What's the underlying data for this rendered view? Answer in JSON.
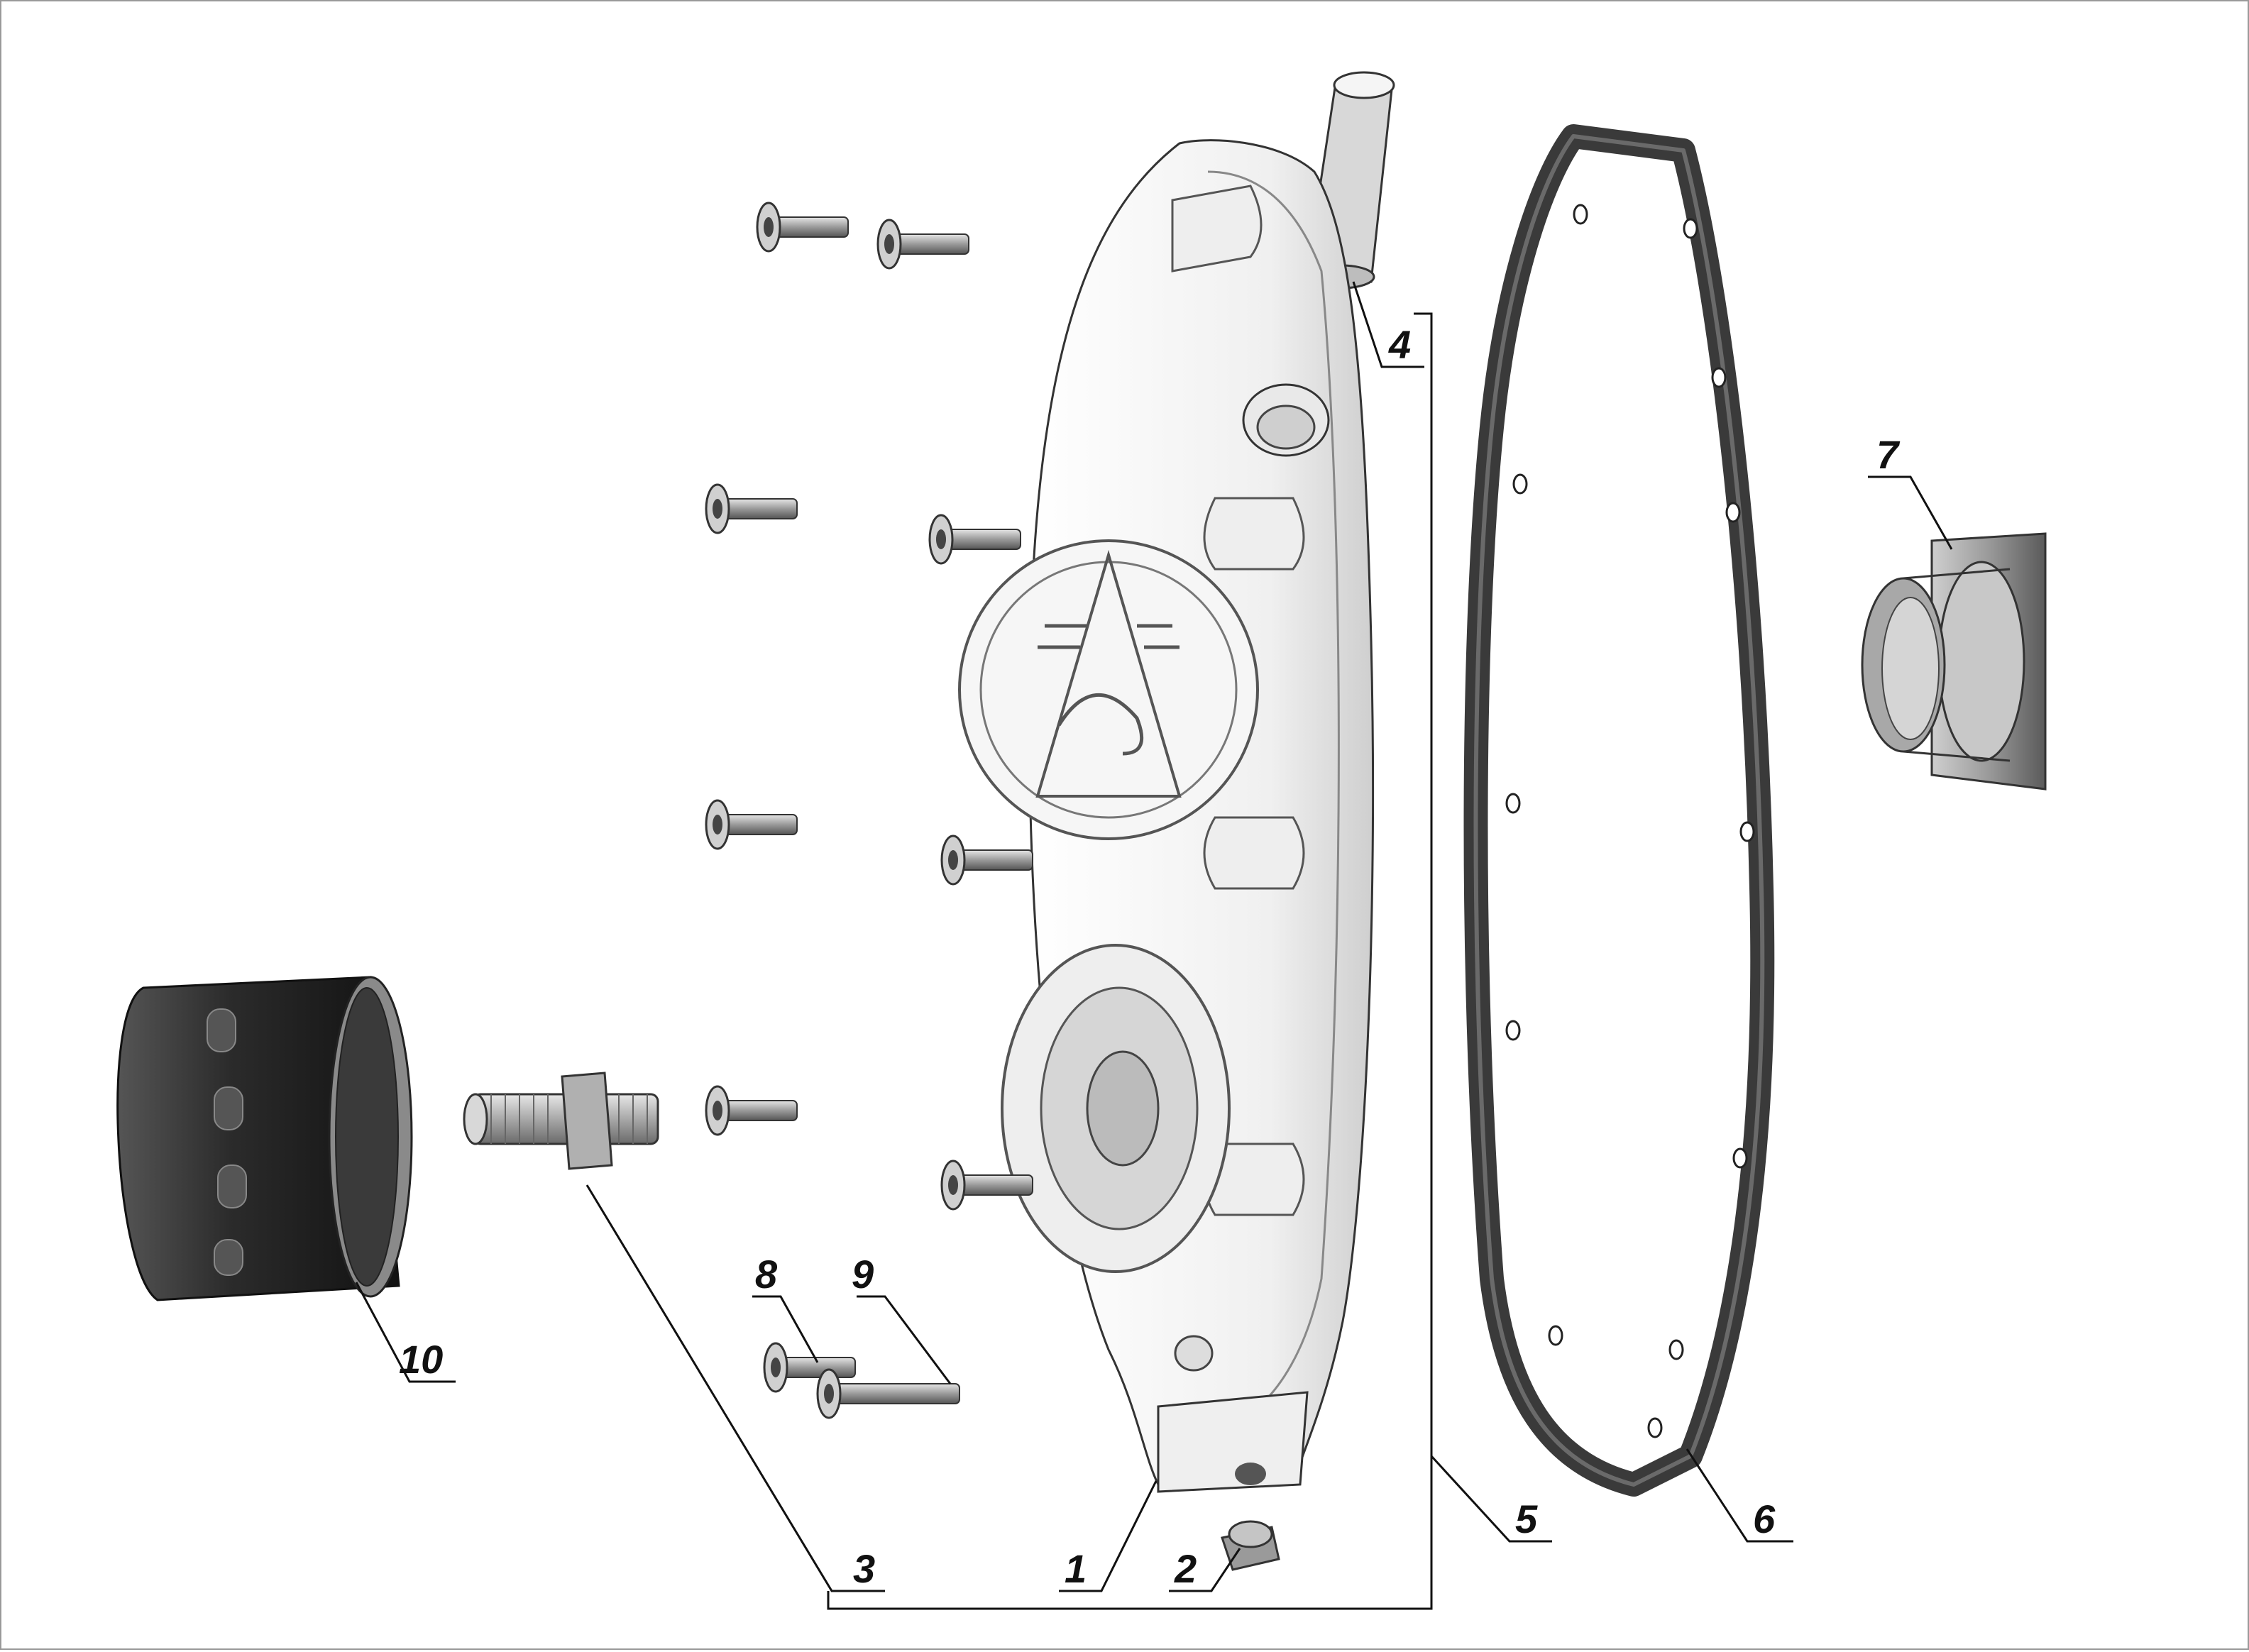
{
  "diagram": {
    "type": "exploded-assembly-drawing",
    "background_color": "#ffffff",
    "part_color": "#f2f2f2",
    "dark_part_color": "#2b2b2b",
    "callouts": [
      {
        "id": "c1",
        "label": "1",
        "refers_to": "cover"
      },
      {
        "id": "c2",
        "label": "2",
        "refers_to": "nut"
      },
      {
        "id": "c3",
        "label": "3",
        "refers_to": "fitting"
      },
      {
        "id": "c4",
        "label": "4",
        "refers_to": "tube"
      },
      {
        "id": "c5",
        "label": "5",
        "refers_to": "cover-assembly"
      },
      {
        "id": "c6",
        "label": "6",
        "refers_to": "gasket"
      },
      {
        "id": "c7",
        "label": "7",
        "refers_to": "bushing"
      },
      {
        "id": "c8",
        "label": "8",
        "refers_to": "short-screw"
      },
      {
        "id": "c9",
        "label": "9",
        "refers_to": "long-screw"
      },
      {
        "id": "c10",
        "label": "10",
        "refers_to": "oil-filter"
      }
    ]
  }
}
